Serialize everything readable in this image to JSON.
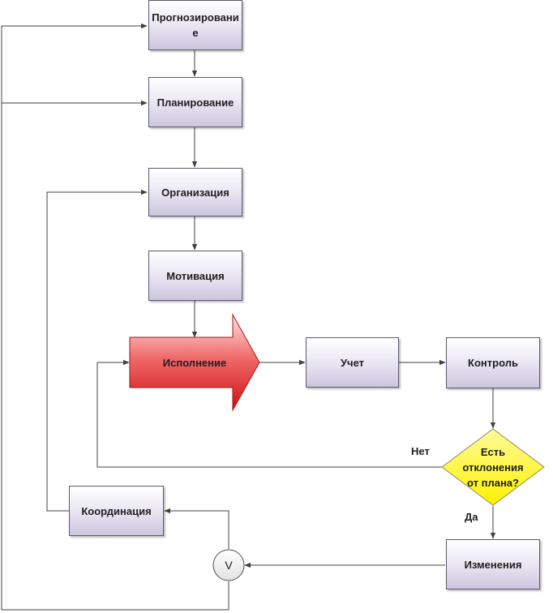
{
  "nodes": {
    "forecasting": "Прогнозирование",
    "planning": "Планирование",
    "organization": "Организация",
    "motivation": "Мотивация",
    "execution": "Исполнение",
    "accounting": "Учет",
    "control": "Контроль",
    "decision": "Есть отклонения от плана?",
    "changes": "Изменения",
    "coordination": "Координация",
    "or_gate": "V"
  },
  "edge_labels": {
    "no": "Нет",
    "yes": "Да"
  },
  "colors": {
    "process_fill_top": "#ffffff",
    "process_fill_bottom": "#cdc6df",
    "process_border": "#5a5a6e",
    "execution_fill": "#e8262a",
    "decision_fill": "#ffff00",
    "connector": "#404040"
  }
}
